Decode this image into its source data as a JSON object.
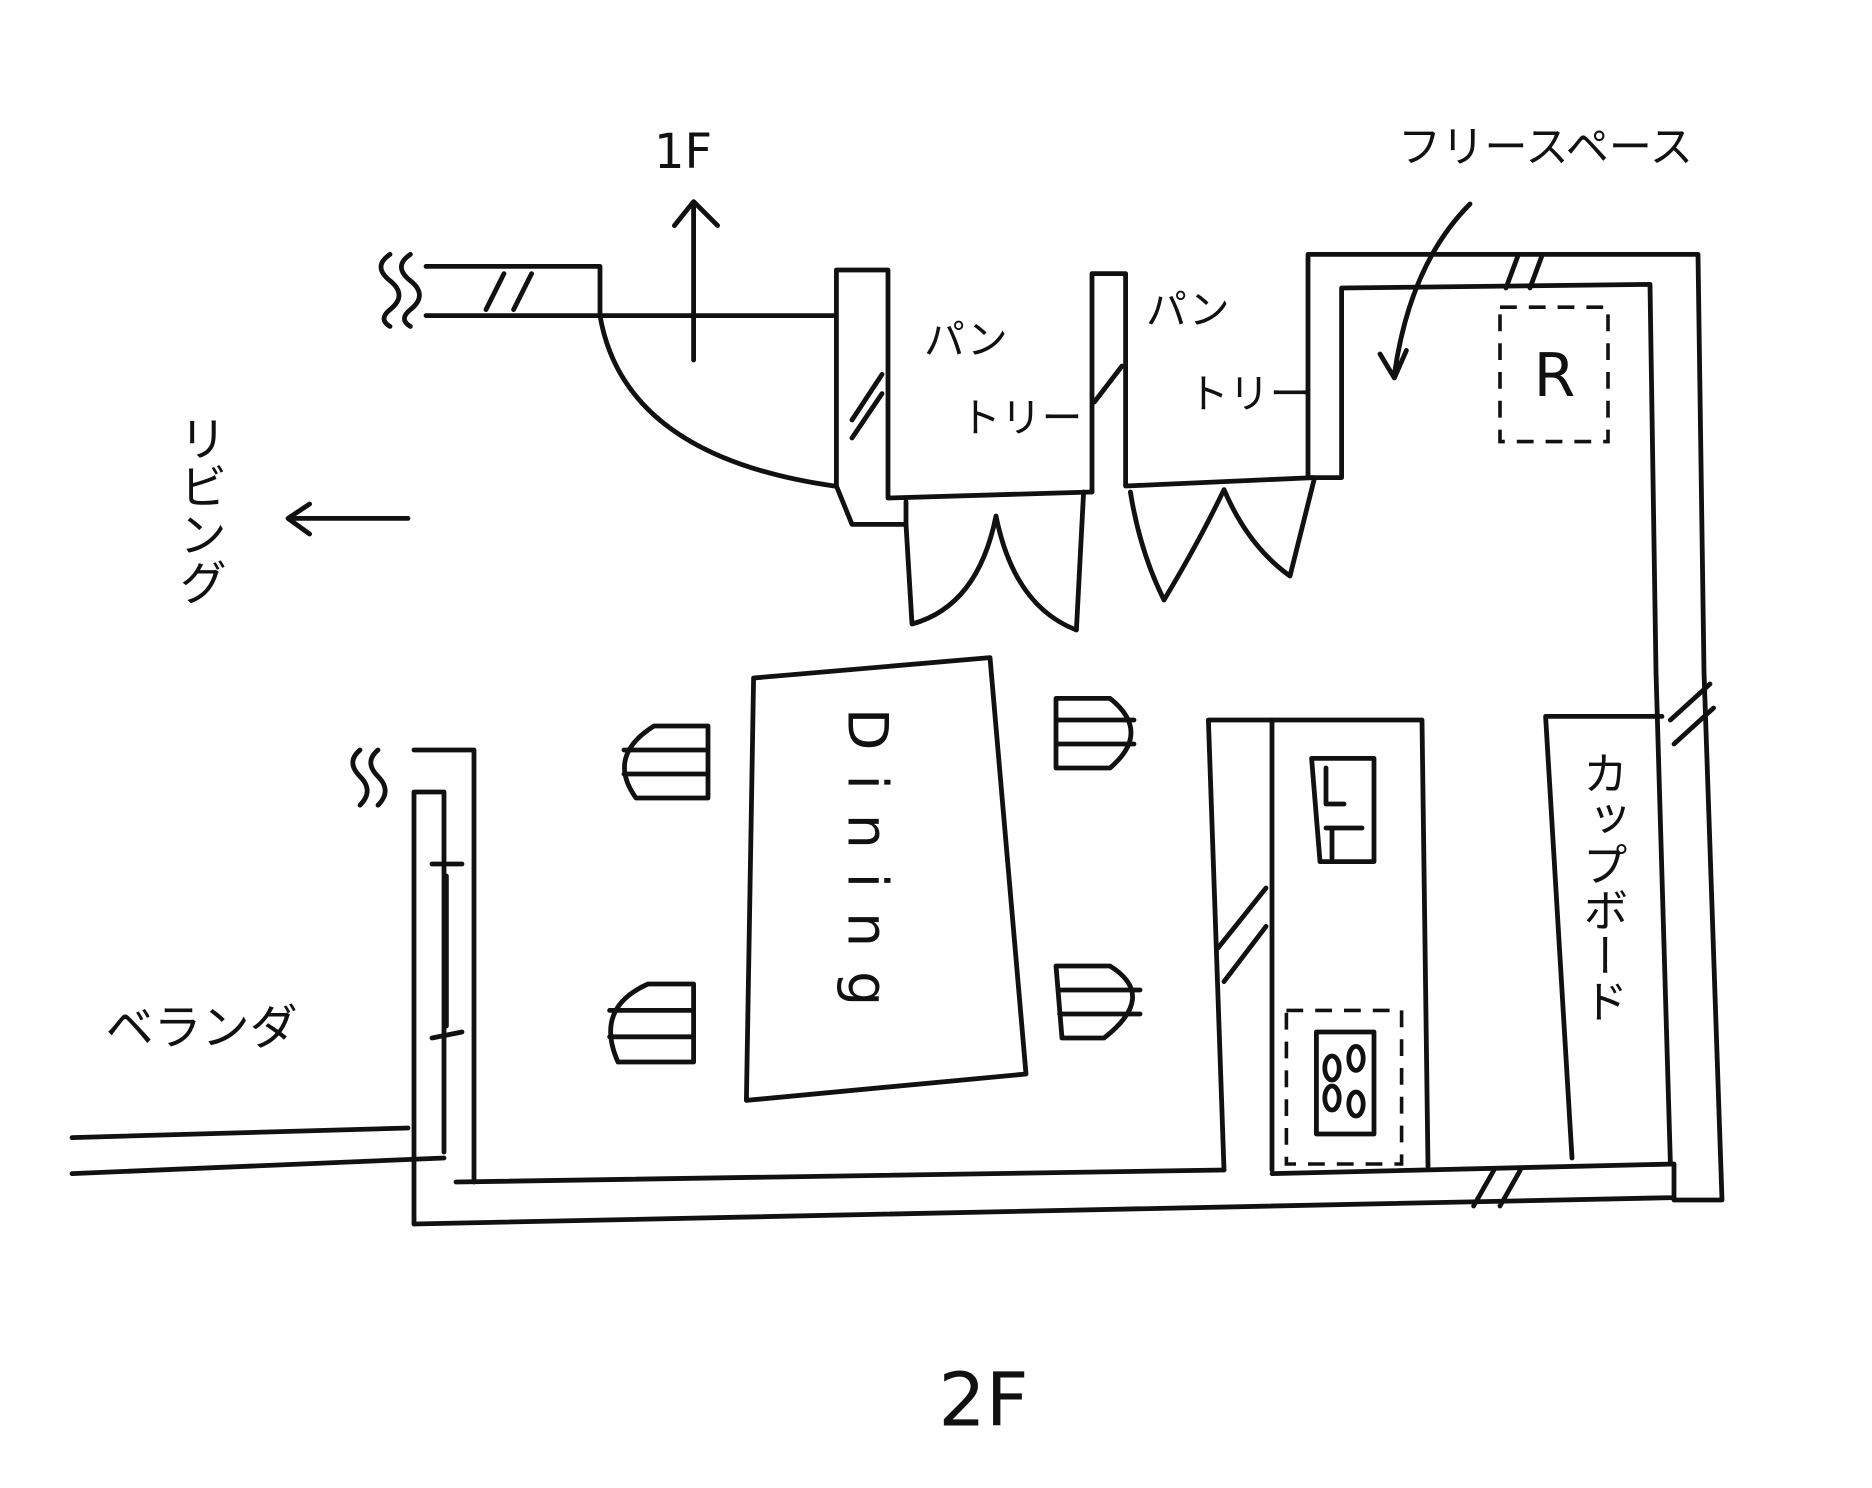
{
  "floor_label": "2F",
  "upstairs_label": "1F",
  "labels": {
    "living": "リビング",
    "veranda": "ベランダ",
    "free_space": "フリースペース",
    "pantry_1": {
      "line1": "パン",
      "line2": "トリー"
    },
    "pantry_2": {
      "line1": "パン",
      "line2": "トリー"
    },
    "dining": "Dining",
    "cupboard": "カップボード",
    "fridge": "R"
  },
  "colors": {
    "ink": "#111111",
    "paper": "#ffffff"
  }
}
